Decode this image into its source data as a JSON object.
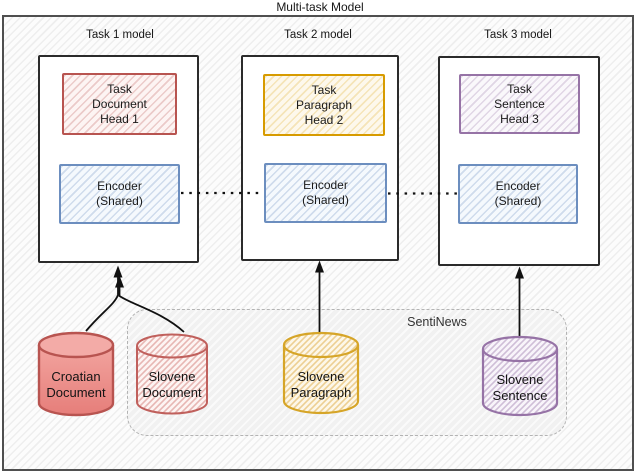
{
  "title": "Multi-task Model",
  "models": [
    {
      "label": "Task 1 model",
      "head": "Task\nDocument\nHead 1",
      "encoder": "Encoder\n(Shared)"
    },
    {
      "label": "Task 2 model",
      "head": "Task\nParagraph\nHead 2",
      "encoder": "Encoder\n(Shared)"
    },
    {
      "label": "Task 3 model",
      "head": "Task\nSentence\nHead 3",
      "encoder": "Encoder\n(Shared)"
    }
  ],
  "datasets": {
    "container_label": "SentiNews",
    "cylinders": [
      {
        "label": "Croatian\nDocument"
      },
      {
        "label": "Slovene\nDocument"
      },
      {
        "label": "Slovene\nParagraph"
      },
      {
        "label": "Slovene\nSentence"
      }
    ]
  },
  "colors": {
    "red_border": "#b85450",
    "red_solid_fill": "#ee918d",
    "orange_border": "#d79b00",
    "purple_border": "#9673a6",
    "blue_border": "#6c8ebf",
    "frame_border": "#4f4f4f",
    "senti_fill": "#f1f1f1",
    "arrow": "#111111"
  }
}
